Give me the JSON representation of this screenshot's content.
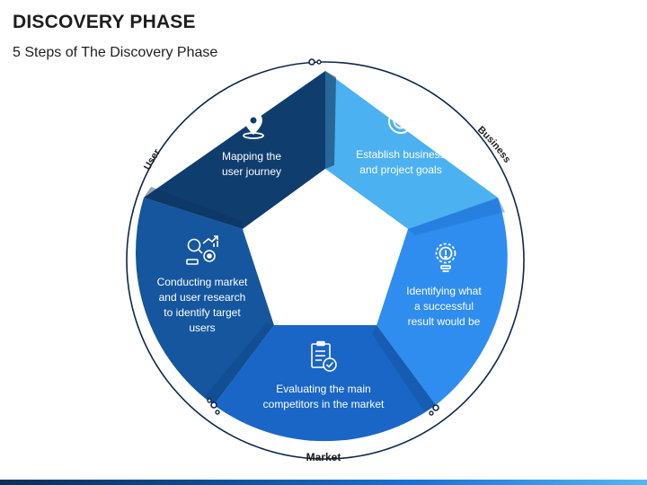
{
  "title": "DISCOVERY PHASE",
  "subtitle": "5 Steps of The Discovery Phase",
  "ring_labels": {
    "user": "User",
    "business": "Business",
    "market": "Market"
  },
  "steps": [
    {
      "lines": [
        "Mapping the",
        "user journey"
      ],
      "icon": "location-pin-icon",
      "color": "#0f3d6e"
    },
    {
      "lines": [
        "Establish business",
        "and project goals"
      ],
      "icon": "target-icon",
      "color": "#4cb1f0"
    },
    {
      "lines": [
        "Identifying what",
        "a successful",
        "result would be"
      ],
      "icon": "lightbulb-icon",
      "color": "#2f8df0"
    },
    {
      "lines": [
        "Evaluating the main",
        "competitors in the market"
      ],
      "icon": "checklist-icon",
      "color": "#1a66c7"
    },
    {
      "lines": [
        "Conducting market",
        "and user research",
        "to identify target",
        "users"
      ],
      "icon": "research-icon",
      "color": "#15569e"
    }
  ]
}
